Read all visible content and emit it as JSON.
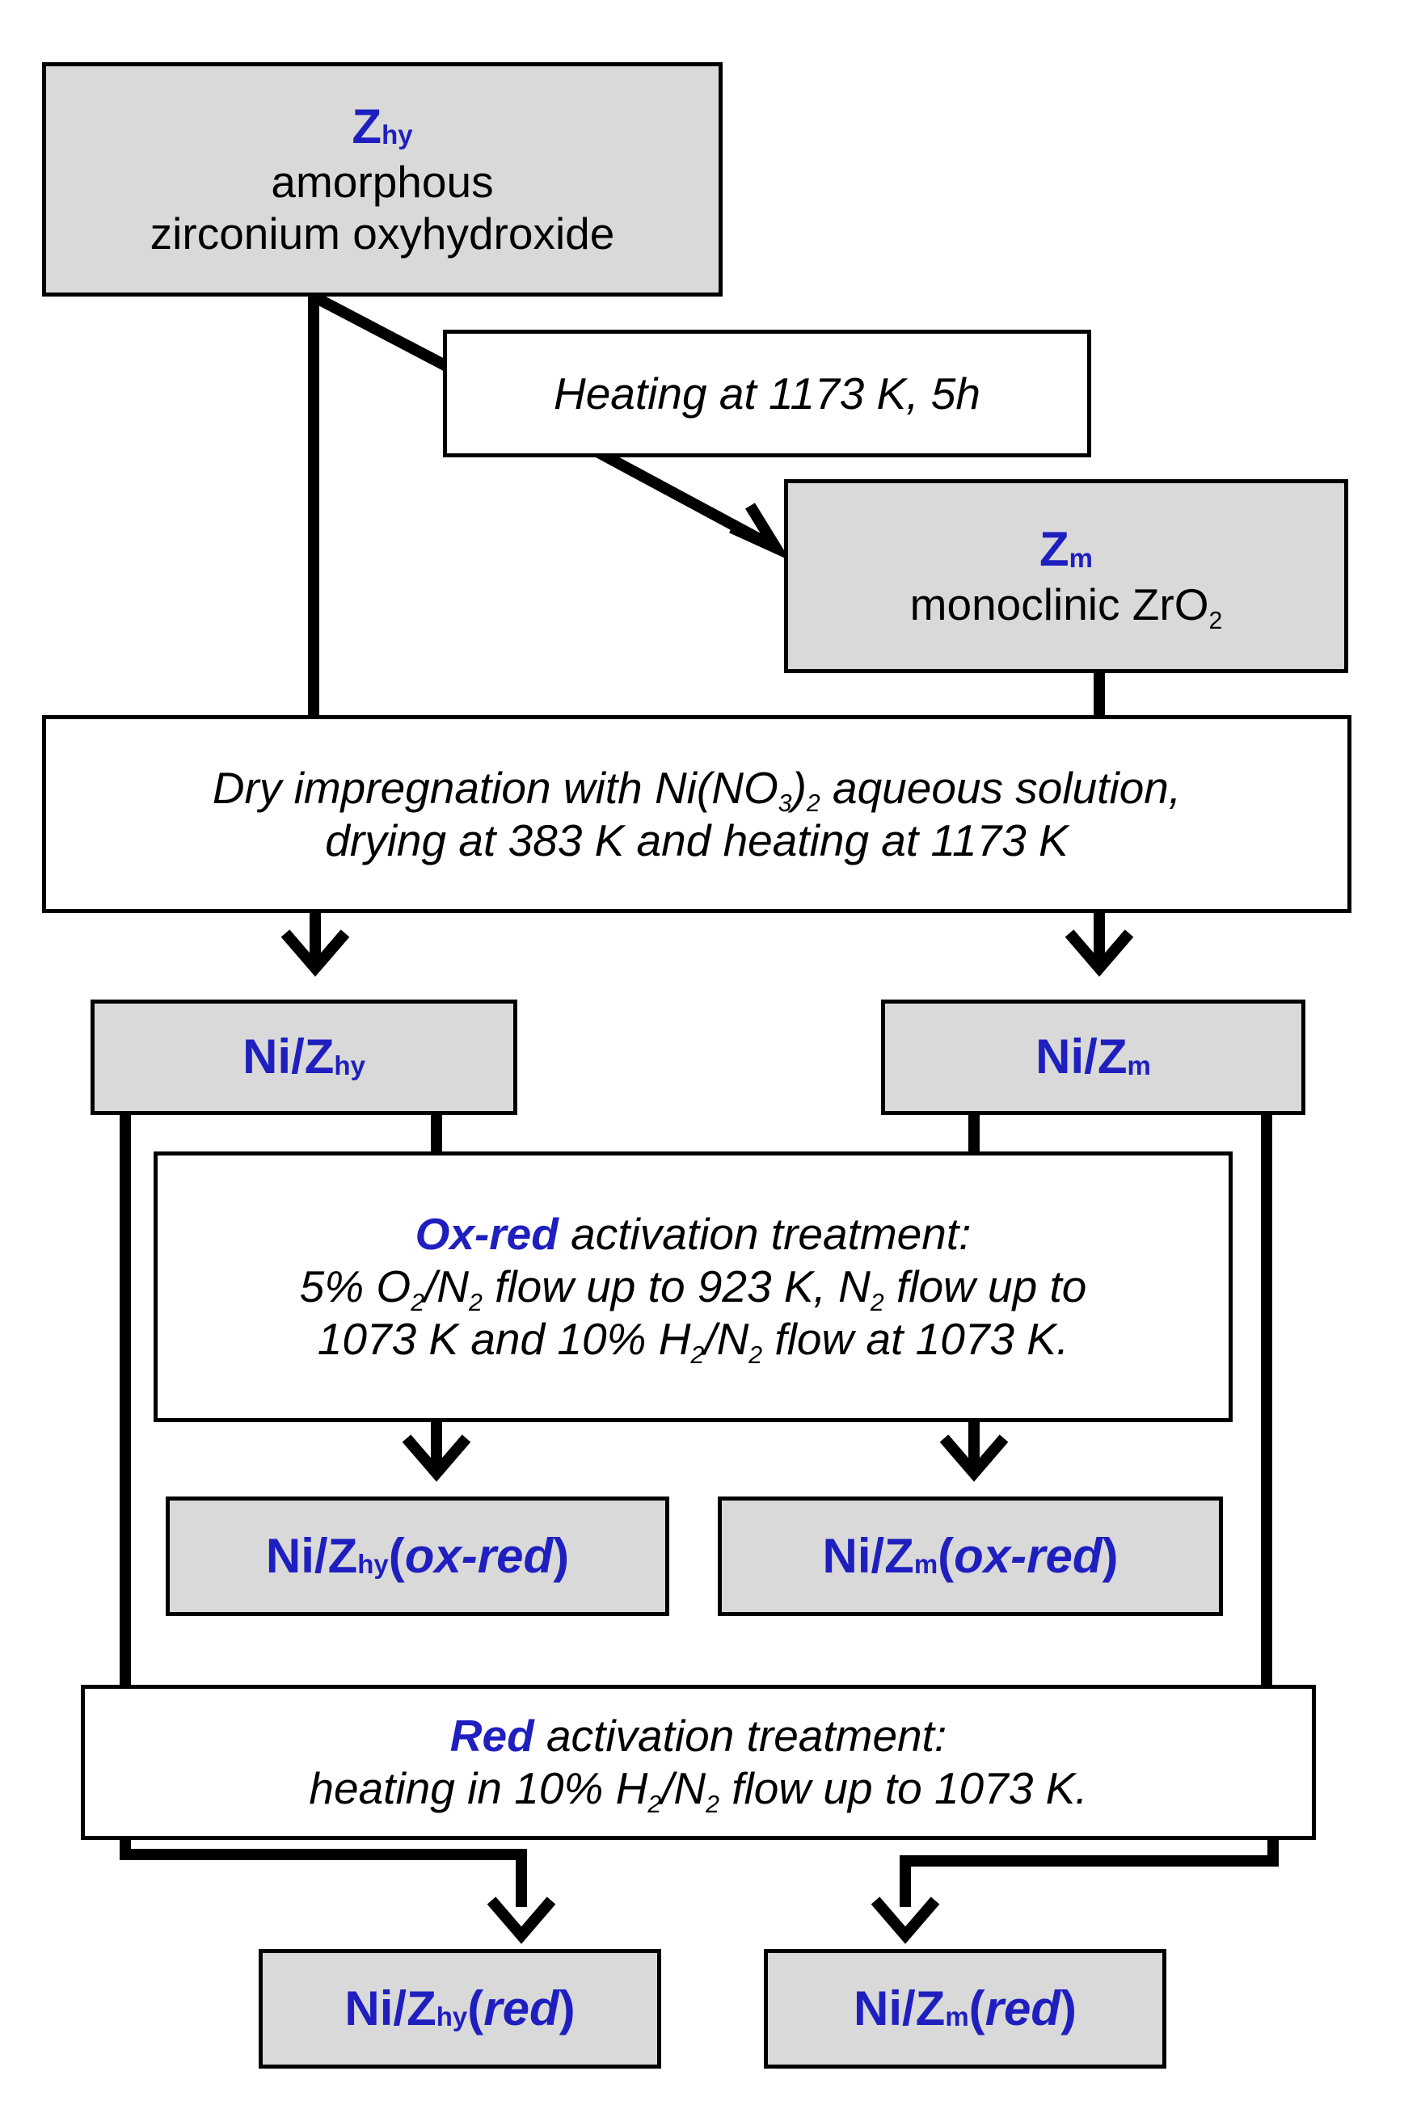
{
  "boxes": {
    "zhy": {
      "code_main": "Z",
      "code_sub": "hy",
      "line1": "amorphous",
      "line2": "zirconium oxyhydroxide"
    },
    "heating": {
      "text": "Heating at 1173 K, 5h"
    },
    "zm": {
      "code_main": "Z",
      "code_sub": "m",
      "line_pre": "monoclinic ZrO",
      "line_sub": "2"
    },
    "impregnation": {
      "l1_a": "Dry impregnation with Ni(NO",
      "l1_s1": "3",
      "l1_b": ")",
      "l1_s2": "2",
      "l1_c": " aqueous solution,",
      "line2": "drying at 383 K and heating at 1173 K"
    },
    "ni_zhy": {
      "main": "Ni/Z",
      "sub": "hy"
    },
    "ni_zm": {
      "main": "Ni/Z",
      "sub": "m"
    },
    "oxred": {
      "title_em": "Ox-red",
      "title_rest": " activation treatment:",
      "l2_a": "5% O",
      "l2_s1": "2",
      "l2_b": "/N",
      "l2_s2": "2",
      "l2_c": " flow up to 923 K, N",
      "l2_s3": "2",
      "l2_d": " flow up to",
      "l3_a": "1073 K and 10% H",
      "l3_s1": "2",
      "l3_b": "/N",
      "l3_s2": "2",
      "l3_c": " flow at 1073 K."
    },
    "ni_zhy_oxred": {
      "main": "Ni/Z",
      "sub": "hy",
      "open": "(",
      "state": "ox-red",
      "close": ")"
    },
    "ni_zm_oxred": {
      "main": "Ni/Z",
      "sub": "m",
      "open": "(",
      "state": "ox-red",
      "close": ")"
    },
    "red": {
      "title_em": "Red",
      "title_rest": " activation treatment:",
      "l2_a": "heating in 10% H",
      "l2_s1": "2",
      "l2_b": "/N",
      "l2_s2": "2",
      "l2_c": " flow up to 1073 K."
    },
    "ni_zhy_red": {
      "main": "Ni/Z",
      "sub": "hy",
      "open": "(",
      "state": "red",
      "close": ")"
    },
    "ni_zm_red": {
      "main": "Ni/Z",
      "sub": "m",
      "open": "(",
      "state": "red",
      "close": ")"
    }
  },
  "colors": {
    "accent_blue": "#1f1fbf",
    "box_fill": "#d9d9d9",
    "line": "#000000"
  }
}
